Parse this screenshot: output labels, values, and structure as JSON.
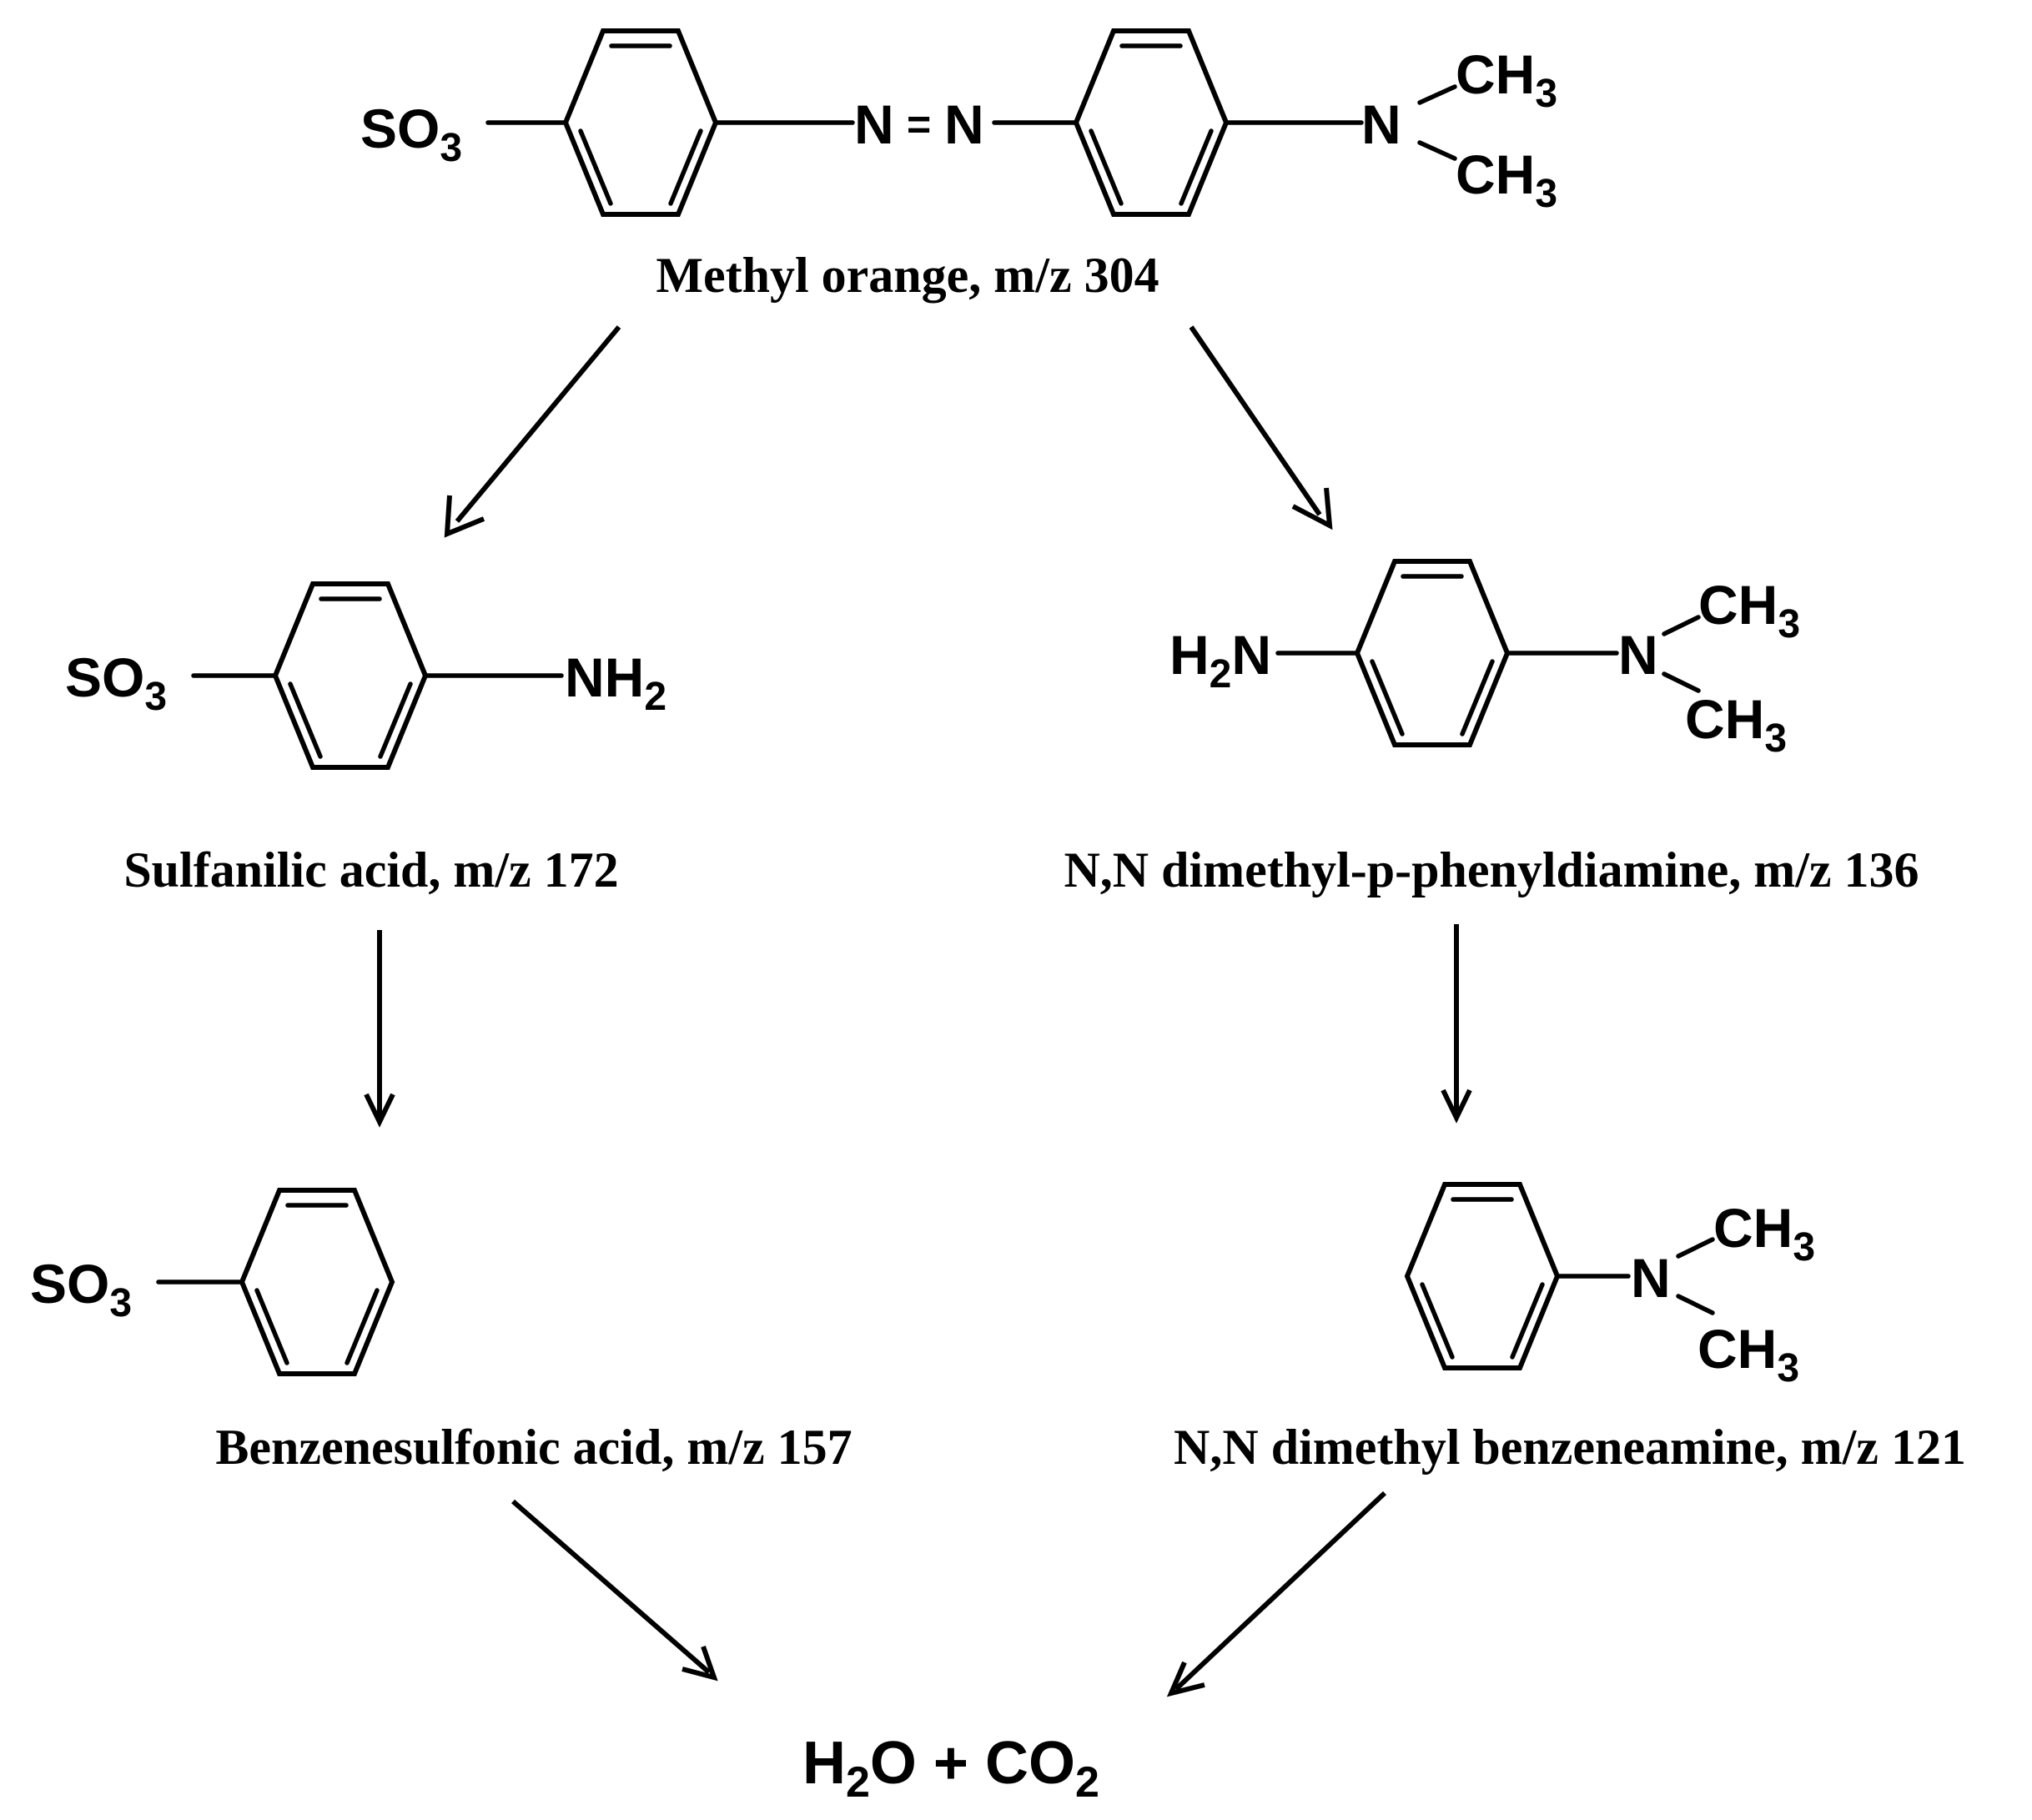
{
  "pathway": {
    "methyl_orange": {
      "caption": "Methyl orange, m/z 304",
      "so3": "SO",
      "so3_sub": "3",
      "azo_n1": "N",
      "azo_bond": "=",
      "azo_n2": "N",
      "amine_n": "N",
      "ch3_a": "CH",
      "ch3_a_sub": "3",
      "ch3_b": "CH",
      "ch3_b_sub": "3"
    },
    "sulfanilic_acid": {
      "caption": "Sulfanilic acid, m/z 172",
      "so3": "SO",
      "so3_sub": "3",
      "nh2": "NH",
      "nh2_sub": "2"
    },
    "dmppd": {
      "caption": "N,N dimethyl-p-phenyldiamine, m/z 136",
      "h2n_h": "H",
      "h2n_sub": "2",
      "h2n_n": "N",
      "amine_n": "N",
      "ch3_a": "CH",
      "ch3_a_sub": "3",
      "ch3_b": "CH",
      "ch3_b_sub": "3"
    },
    "benzenesulfonic_acid": {
      "caption": "Benzenesulfonic acid, m/z 157",
      "so3": "SO",
      "so3_sub": "3"
    },
    "dimethyl_benzeneamine": {
      "caption": "N,N dimethyl benzeneamine, m/z 121",
      "amine_n": "N",
      "ch3_a": "CH",
      "ch3_a_sub": "3",
      "ch3_b": "CH",
      "ch3_b_sub": "3"
    },
    "final_products": {
      "h": "H",
      "h_sub": "2",
      "o": "O + CO",
      "co2_sub": "2"
    }
  }
}
